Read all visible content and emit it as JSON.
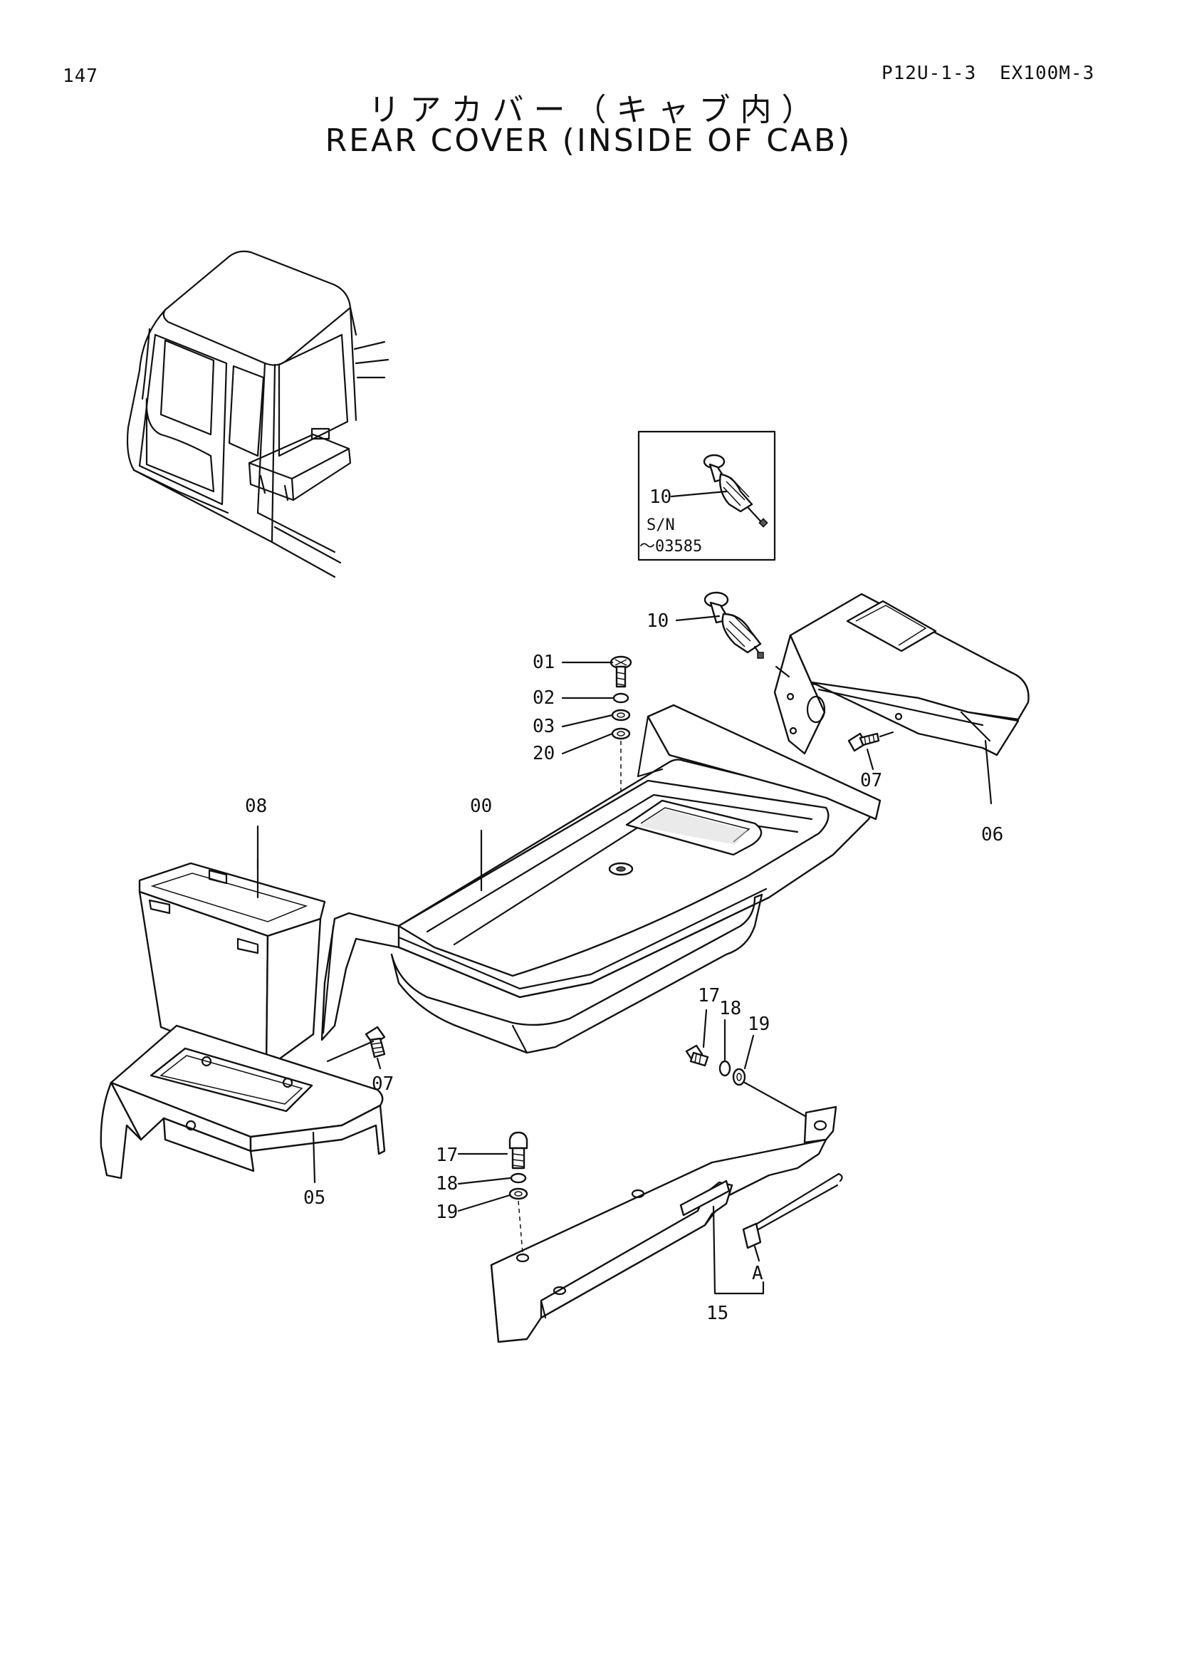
{
  "header": {
    "page_number": "147",
    "section_code": "P12U-1-3",
    "model": "EX100M-3"
  },
  "title": {
    "japanese": "リアカバー（キャブ内）",
    "english": "REAR COVER (INSIDE OF CAB)"
  },
  "inset": {
    "part_label": "10",
    "sn_label": "S/N",
    "sn_range": "～03585"
  },
  "callouts": {
    "c01": "01",
    "c02": "02",
    "c03": "03",
    "c20": "20",
    "c10": "10",
    "c06": "06",
    "c07a": "07",
    "c07b": "07",
    "c00": "00",
    "c08": "08",
    "c05": "05",
    "c17a": "17",
    "c18a": "18",
    "c19a": "19",
    "c17b": "17",
    "c18b": "18",
    "c19b": "19",
    "cA": "A",
    "c15": "15"
  }
}
